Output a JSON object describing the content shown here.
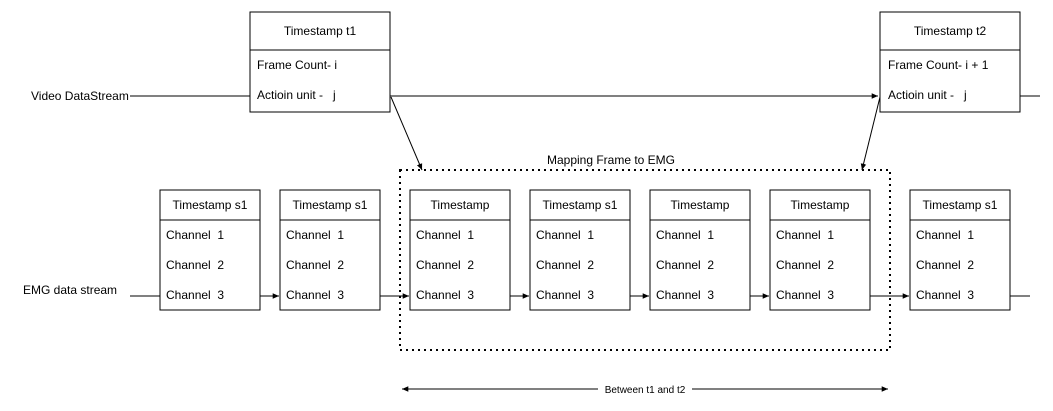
{
  "video_stream": {
    "label": "Video DataStream",
    "frames": [
      {
        "title": "Timestamp t1",
        "frame_count": "Frame Count- i",
        "action_unit": "Actioin unit -   j"
      },
      {
        "title": "Timestamp t2",
        "frame_count": "Frame Count- i + 1",
        "action_unit": "Actioin unit -   j"
      }
    ]
  },
  "emg_stream": {
    "label": "EMG data stream",
    "samples": [
      {
        "title": "Timestamp s1",
        "channels": [
          "Channel  1",
          "Channel  2",
          "Channel  3"
        ]
      },
      {
        "title": "Timestamp s1",
        "channels": [
          "Channel  1",
          "Channel  2",
          "Channel  3"
        ]
      },
      {
        "title": "Timestamp",
        "channels": [
          "Channel  1",
          "Channel  2",
          "Channel  3"
        ]
      },
      {
        "title": "Timestamp s1",
        "channels": [
          "Channel  1",
          "Channel  2",
          "Channel  3"
        ]
      },
      {
        "title": "Timestamp",
        "channels": [
          "Channel  1",
          "Channel  2",
          "Channel  3"
        ]
      },
      {
        "title": "Timestamp",
        "channels": [
          "Channel  1",
          "Channel  2",
          "Channel  3"
        ]
      },
      {
        "title": "Timestamp s1",
        "channels": [
          "Channel  1",
          "Channel  2",
          "Channel  3"
        ]
      }
    ]
  },
  "mapping_region": {
    "label": "Mapping Frame to EMG"
  },
  "interval": {
    "label": "Between t1 and t2"
  }
}
